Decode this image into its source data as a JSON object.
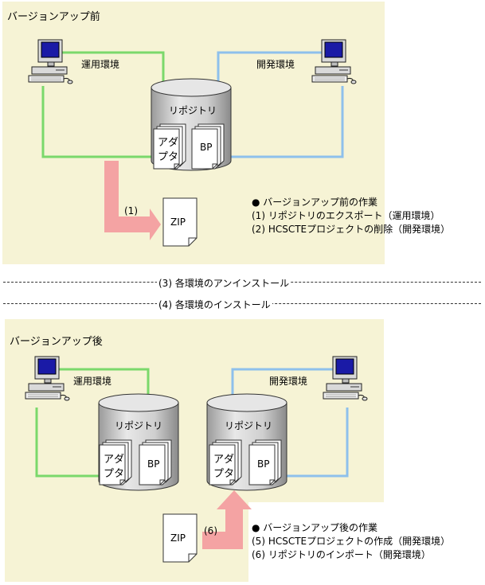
{
  "before": {
    "title": "バージョンアップ前",
    "env_ops": "運用環境",
    "env_dev": "開発環境",
    "repository": "リポジトリ",
    "adapter_line1": "アダ",
    "adapter_line2": "プタ",
    "bp": "BP",
    "step_label": "(1)",
    "zip": "ZIP",
    "notes_heading": "● バージョンアップ前の作業",
    "notes": [
      "(1) リポジトリのエクスポート（運用環境）",
      "(2) HCSCTEプロジェクトの削除（開発環境）"
    ]
  },
  "separators": [
    "(3) 各環境のアンインストール",
    "(4) 各環境のインストール"
  ],
  "after": {
    "title": "バージョンアップ後",
    "env_ops": "運用環境",
    "env_dev": "開発環境",
    "repository_ops": "リポジトリ",
    "repository_dev": "リポジトリ",
    "adapter_line1": "アダ",
    "adapter_line2": "プタ",
    "bp": "BP",
    "step_label": "(6)",
    "zip": "ZIP",
    "notes_heading": "● バージョンアップ後の作業",
    "notes": [
      "(5) HCSCTEプロジェクトの作成（開発環境）",
      "(6) リポジトリのインポート（開発環境）"
    ]
  },
  "colors": {
    "panel": "#f6f3d5",
    "ops_line": "#7bd86b",
    "dev_line": "#8ec0ec",
    "arrow": "#f4a3a3",
    "monitor_screen": "#1a1aa6"
  }
}
